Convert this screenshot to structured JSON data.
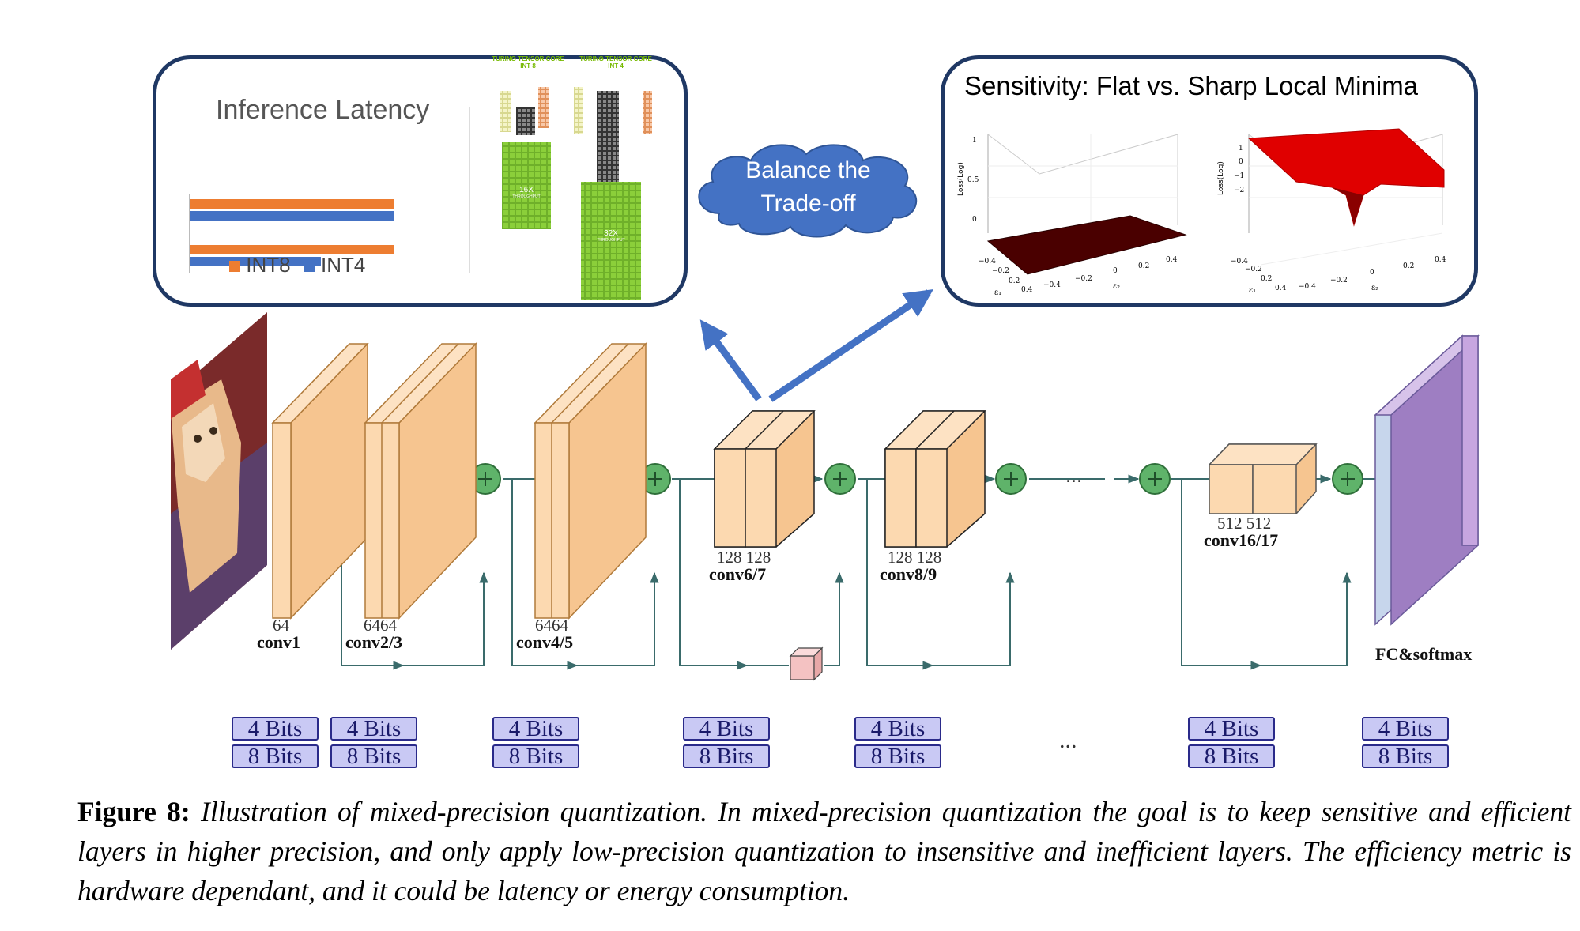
{
  "latency_panel": {
    "title": "Inference Latency",
    "legend": [
      {
        "name": "INT8",
        "color": "#ed7d31"
      },
      {
        "name": "INT4",
        "color": "#4472c4"
      }
    ],
    "gpu_left": {
      "title": "TURING TENSOR CORE",
      "sub": "INT 8",
      "badge": "16X",
      "badge_sub": "THROUGHPUT"
    },
    "gpu_right": {
      "title": "TURING TENSOR CORE",
      "sub": "INT 4",
      "badge": "32X",
      "badge_sub": "THROUGHPUT"
    }
  },
  "cloud": {
    "line1": "Balance the",
    "line2": "Trade-off",
    "color": "#4472c4"
  },
  "sensitivity_panel": {
    "title": "Sensitivity: Flat vs. Sharp Local Minima",
    "ylabel": "Loss(Log)",
    "x1": "ε₁",
    "x2": "ε₂",
    "ticks_small": [
      "−0.4",
      "−0.2",
      "0",
      "0.2",
      "0.4"
    ]
  },
  "layers": {
    "conv1": {
      "name": "conv1",
      "channels": "64"
    },
    "conv2_3": {
      "name": "conv2/3",
      "channels": "6464"
    },
    "conv4_5": {
      "name": "conv4/5",
      "channels": "6464"
    },
    "conv6_7": {
      "name": "conv6/7",
      "channels": "128 128"
    },
    "conv8_9": {
      "name": "conv8/9",
      "channels": "128 128"
    },
    "conv16_17": {
      "name": "conv16/17",
      "channels": "512   512"
    },
    "fc": {
      "name": "FC&softmax"
    }
  },
  "bits": {
    "low": "4 Bits",
    "high": "8 Bits"
  },
  "dots": "...",
  "caption": {
    "label": "Figure 8:",
    "text": "Illustration of mixed-precision quantization. In mixed-precision quantization the goal is to keep sensitive and efficient layers in higher precision, and only apply low-precision quantization to insensitive and inefficient layers. The efficiency metric is hardware dependant, and it could be latency or energy consumption."
  }
}
